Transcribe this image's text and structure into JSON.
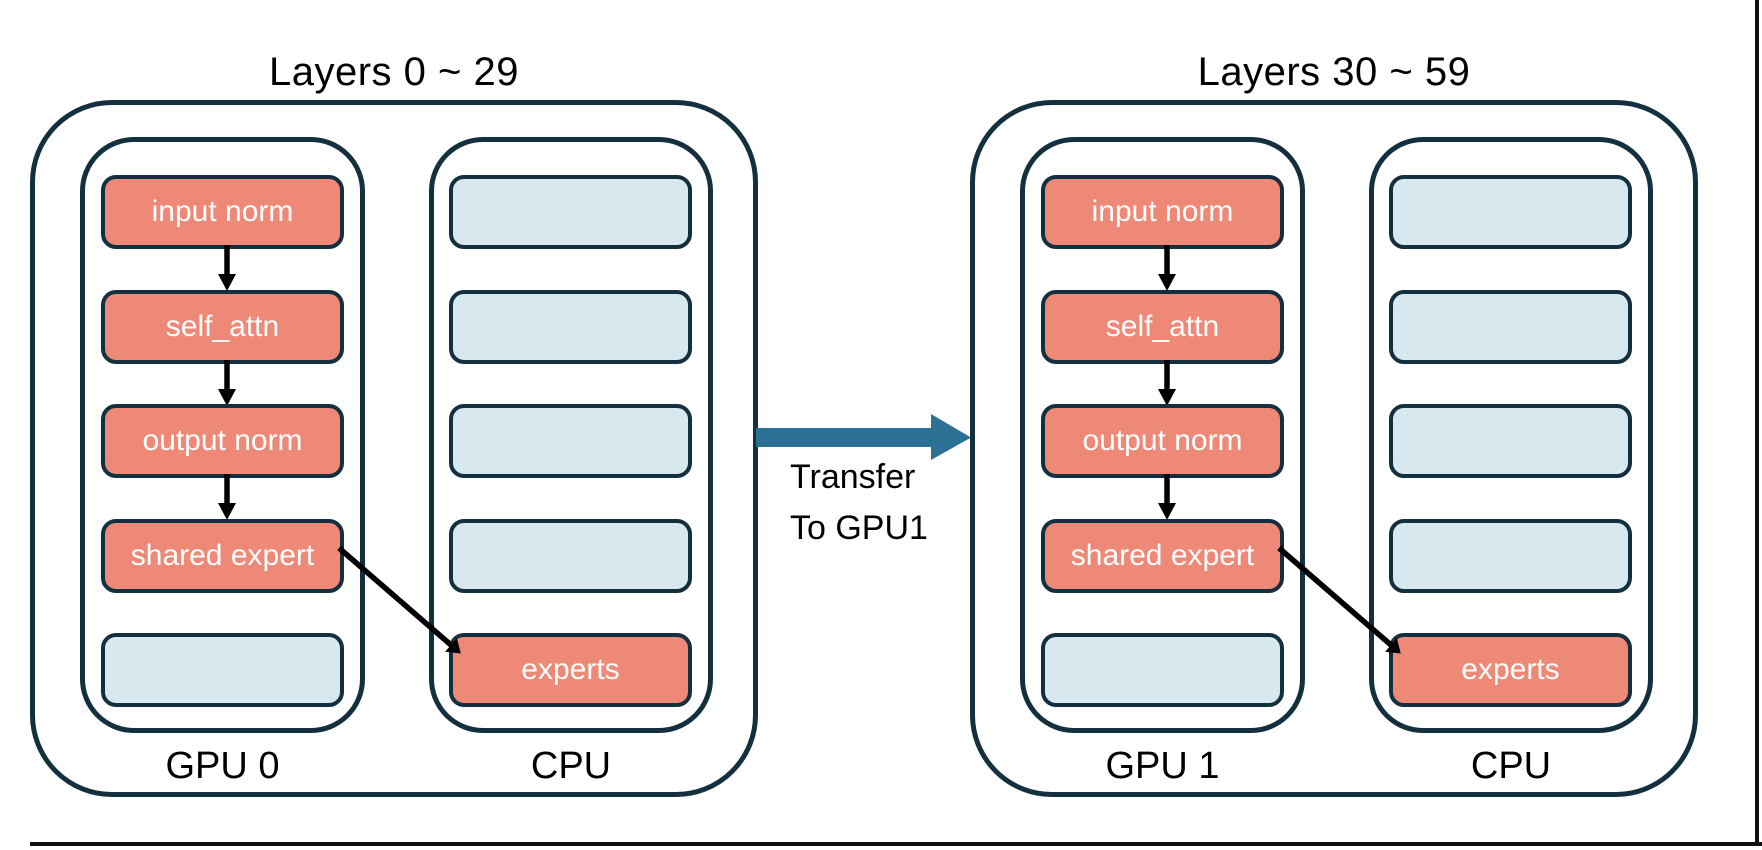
{
  "colors": {
    "outline": "#14303E",
    "salmon": "#EE8978",
    "light_blue": "#D7E9EF",
    "transfer_arrow": "#2C7093",
    "flow_arrow": "#000000",
    "edge_line": "#111111",
    "title_text": "#000000",
    "box_text": "#FFFFFF"
  },
  "groups": [
    {
      "title": "Layers 0 ~ 29",
      "gpu": {
        "label": "GPU 0",
        "boxes": [
          {
            "label": "input norm",
            "color": "salmon"
          },
          {
            "label": "self_attn",
            "color": "salmon"
          },
          {
            "label": "output norm",
            "color": "salmon"
          },
          {
            "label": "shared expert",
            "color": "salmon"
          },
          {
            "label": "",
            "color": "blue"
          }
        ]
      },
      "cpu": {
        "label": "CPU",
        "boxes": [
          {
            "label": "",
            "color": "blue"
          },
          {
            "label": "",
            "color": "blue"
          },
          {
            "label": "",
            "color": "blue"
          },
          {
            "label": "",
            "color": "blue"
          },
          {
            "label": "experts",
            "color": "salmon"
          }
        ]
      }
    },
    {
      "title": "Layers 30 ~ 59",
      "gpu": {
        "label": "GPU 1",
        "boxes": [
          {
            "label": "input norm",
            "color": "salmon"
          },
          {
            "label": "self_attn",
            "color": "salmon"
          },
          {
            "label": "output norm",
            "color": "salmon"
          },
          {
            "label": "shared expert",
            "color": "salmon"
          },
          {
            "label": "",
            "color": "blue"
          }
        ]
      },
      "cpu": {
        "label": "CPU",
        "boxes": [
          {
            "label": "",
            "color": "blue"
          },
          {
            "label": "",
            "color": "blue"
          },
          {
            "label": "",
            "color": "blue"
          },
          {
            "label": "",
            "color": "blue"
          },
          {
            "label": "experts",
            "color": "salmon"
          }
        ]
      }
    }
  ],
  "transfer": {
    "line1": "Transfer",
    "line2": "To GPU1"
  }
}
